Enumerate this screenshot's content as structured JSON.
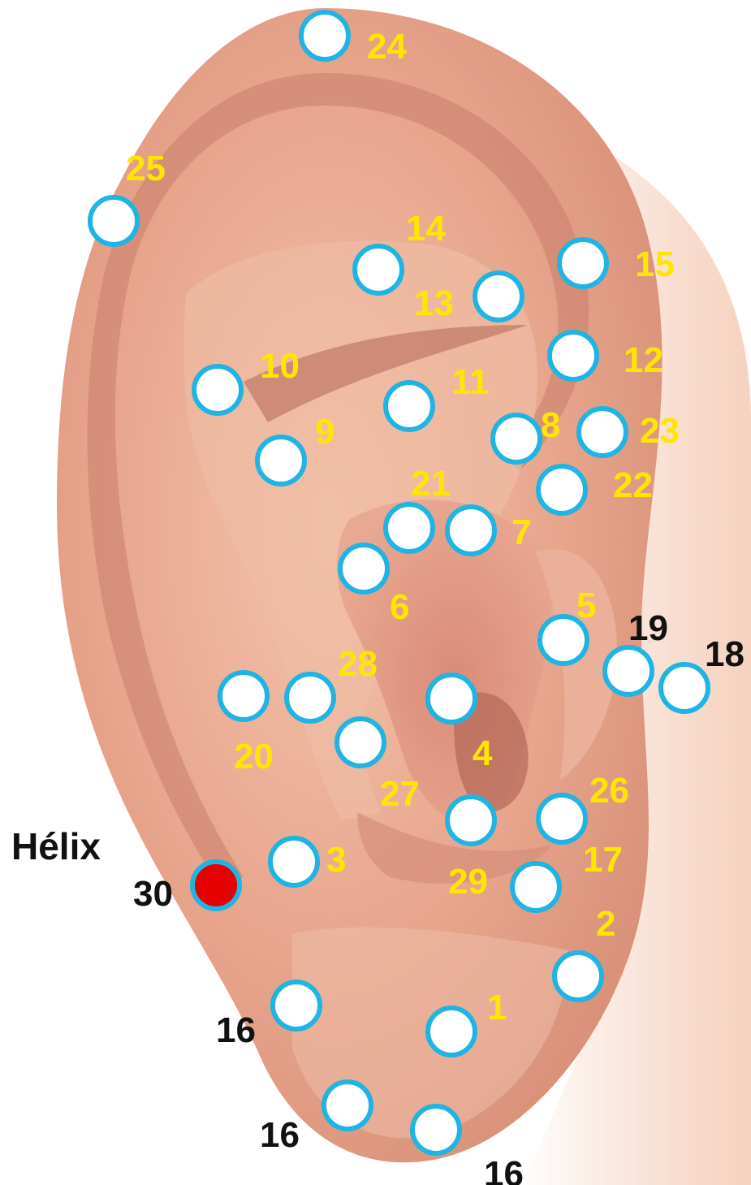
{
  "diagram": {
    "region_label": "Hélix",
    "colors": {
      "label_yellow": "#ffe600",
      "label_black": "#111111",
      "point_fill": "#ffffff",
      "point_ring": "#1fb4e4",
      "highlight_fill": "#e60000"
    },
    "points": [
      {
        "id": "p24",
        "label": "24",
        "color": "yellow"
      },
      {
        "id": "p25",
        "label": "25",
        "color": "yellow"
      },
      {
        "id": "p14",
        "label": "14",
        "color": "yellow"
      },
      {
        "id": "p13",
        "label": "13",
        "color": "yellow"
      },
      {
        "id": "p15",
        "label": "15",
        "color": "yellow"
      },
      {
        "id": "p12",
        "label": "12",
        "color": "yellow"
      },
      {
        "id": "p10",
        "label": "10",
        "color": "yellow"
      },
      {
        "id": "p11",
        "label": "11",
        "color": "yellow"
      },
      {
        "id": "p9",
        "label": "9",
        "color": "yellow"
      },
      {
        "id": "p8",
        "label": "8",
        "color": "yellow"
      },
      {
        "id": "p23",
        "label": "23",
        "color": "yellow"
      },
      {
        "id": "p22",
        "label": "22",
        "color": "yellow"
      },
      {
        "id": "p21",
        "label": "21",
        "color": "yellow"
      },
      {
        "id": "p7",
        "label": "7",
        "color": "yellow"
      },
      {
        "id": "p6",
        "label": "6",
        "color": "yellow"
      },
      {
        "id": "p5",
        "label": "5",
        "color": "yellow"
      },
      {
        "id": "p19",
        "label": "19",
        "color": "black"
      },
      {
        "id": "p18",
        "label": "18",
        "color": "black"
      },
      {
        "id": "p20",
        "label": "20",
        "color": "yellow"
      },
      {
        "id": "p28",
        "label": "28",
        "color": "yellow"
      },
      {
        "id": "p4",
        "label": "4",
        "color": "yellow"
      },
      {
        "id": "p27",
        "label": "27",
        "color": "yellow"
      },
      {
        "id": "p26",
        "label": "26",
        "color": "yellow"
      },
      {
        "id": "p3",
        "label": "3",
        "color": "yellow"
      },
      {
        "id": "p29",
        "label": "29",
        "color": "yellow"
      },
      {
        "id": "p17",
        "label": "17",
        "color": "yellow"
      },
      {
        "id": "p30",
        "label": "30",
        "color": "black"
      },
      {
        "id": "p2",
        "label": "2",
        "color": "yellow"
      },
      {
        "id": "p16a",
        "label": "16",
        "color": "black"
      },
      {
        "id": "p1",
        "label": "1",
        "color": "yellow"
      },
      {
        "id": "p16b",
        "label": "16",
        "color": "black"
      },
      {
        "id": "p16c",
        "label": "16",
        "color": "black"
      }
    ]
  }
}
